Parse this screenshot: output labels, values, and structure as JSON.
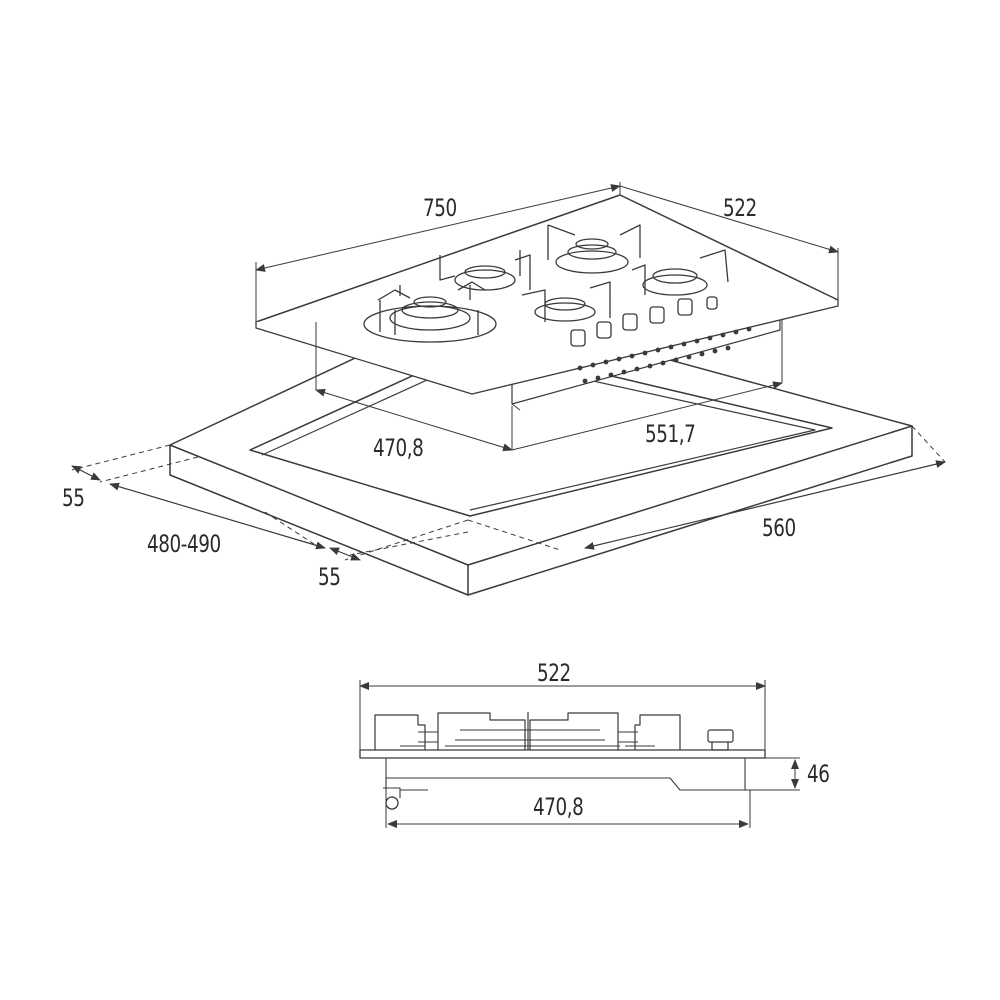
{
  "diagram": {
    "type": "technical drawing",
    "subject": "gas hob built-in dimensions",
    "units": "mm",
    "colors": {
      "line": "#3a3a3a",
      "text": "#2a2a2a",
      "background": "#ffffff"
    }
  },
  "top_view": {
    "labels": {
      "width": "750",
      "depth": "522",
      "cutout_depth": "470,8",
      "cutout_width": "551,7"
    }
  },
  "countertop": {
    "labels": {
      "front_margin": "55",
      "cutout_depth_range": "480-490",
      "side_margin": "55",
      "cutout_length": "560"
    }
  },
  "side_view": {
    "labels": {
      "depth": "522",
      "height": "46",
      "body_depth": "470,8"
    }
  }
}
